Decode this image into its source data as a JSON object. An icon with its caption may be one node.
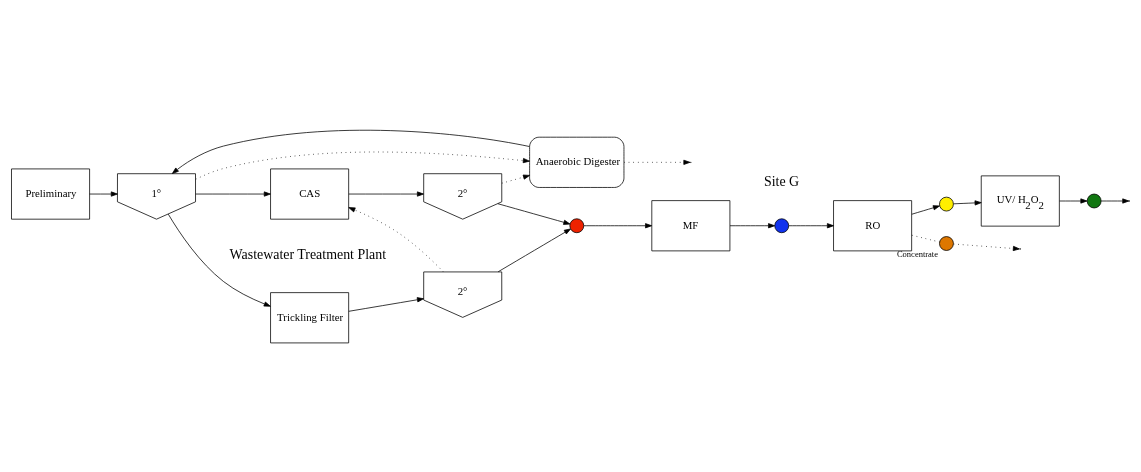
{
  "diagram": {
    "nodes": [
      {
        "text": [
          "Preliminary"
        ]
      },
      {
        "text": [
          "1°"
        ]
      },
      {
        "text": [
          "Trickling Filter"
        ]
      },
      {
        "text": [
          "CAS"
        ]
      },
      {
        "text": [
          "2°"
        ]
      },
      {
        "text": [
          "2°"
        ]
      },
      {
        "text": [
          "Anaerobic Digester"
        ]
      },
      {
        "text": [],
        "shape": "circle"
      },
      {
        "text": [
          "MF"
        ]
      },
      {
        "text": [],
        "shape": "circle"
      },
      {
        "text": [
          "RO"
        ]
      },
      {
        "text": [],
        "shape": "circle"
      },
      {
        "text": [
          "UV/ H$_{2}$O$_{2}$"
        ]
      },
      {
        "text": [],
        "shape": "circle"
      },
      {
        "text": [],
        "shape": "circle",
        "beside": [
          "Concentrate"
        ]
      }
    ],
    "edges": [
      {
        "from": 0,
        "to": 1,
        "arrow": "to"
      },
      {
        "from": 1,
        "to": 2,
        "arrow": "to"
      },
      {
        "from": 1,
        "to": 3,
        "arrow": "to"
      },
      {
        "from": 2,
        "to": 4,
        "arrow": "to"
      },
      {
        "from": 3,
        "to": 5,
        "arrow": "to"
      },
      {
        "from": 4,
        "to": 7,
        "arrow": "to"
      },
      {
        "from": 5,
        "to": 7,
        "arrow": "to"
      },
      {
        "from": 7,
        "to": 8,
        "arrow": "to"
      },
      {
        "from": 8,
        "to": 9,
        "arrow": "to"
      },
      {
        "from": 9,
        "to": 10,
        "arrow": "to"
      },
      {
        "from": 10,
        "to": 11,
        "arrow": "to"
      },
      {
        "from": 11,
        "to": 12,
        "arrow": "to"
      },
      {
        "from": 12,
        "to": 13,
        "arrow": "to"
      },
      {
        "from": 13,
        "to": null,
        "arrow": "to"
      },
      {
        "from": 4,
        "to": 3,
        "arrow": "to",
        "style": "dashed"
      },
      {
        "from": 5,
        "to": 6,
        "arrow": "to",
        "style": "dashed"
      },
      {
        "from": 1,
        "to": 6,
        "arrow": "to",
        "style": "dashed"
      },
      {
        "from": 6,
        "to": 1,
        "arrow": "to"
      },
      {
        "from": 6,
        "to": null,
        "arrow": "to",
        "style": "dashed"
      },
      {
        "from": 10,
        "to": 14,
        "arrow": "none",
        "style": "dashed"
      },
      {
        "from": 14,
        "to": null,
        "arrow": "to",
        "style": "dashed"
      }
    ],
    "labels": [
      "Wastewater Treatment Plant",
      "Site G"
    ]
  }
}
